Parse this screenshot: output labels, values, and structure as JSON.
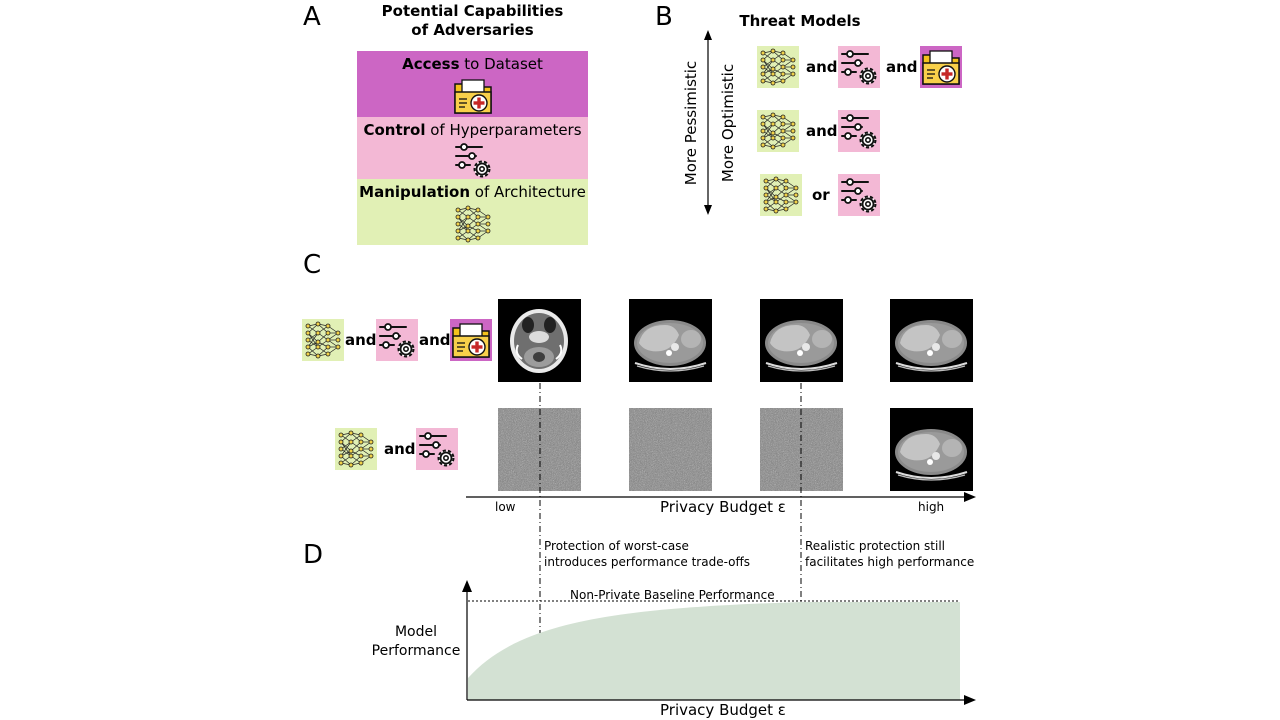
{
  "panels": {
    "a": "A",
    "b": "B",
    "c": "C",
    "d": "D"
  },
  "panel_a": {
    "title_line1": "Potential Capabilities",
    "title_line2": "of Adversaries",
    "bands": [
      {
        "bold": "Access",
        "rest": " to Dataset",
        "color": "#cc66c4"
      },
      {
        "bold": "Control",
        "rest": " of Hyperparameters",
        "color": "#f3b8d5"
      },
      {
        "bold": "Manipulation",
        "rest": " of Architecture",
        "color": "#e1f0b5"
      }
    ]
  },
  "panel_b": {
    "title": "Threat Models",
    "axis_pessimistic": "More Pessimistic",
    "axis_optimistic": "More Optimistic",
    "row1_and1": "and",
    "row1_and2": "and",
    "row2_and": "and",
    "row3_or": "or"
  },
  "panel_c": {
    "row1_and1": "and",
    "row1_and2": "and",
    "row2_and": "and",
    "axis_label": "Privacy Budget ε",
    "low": "low",
    "high": "high"
  },
  "panel_d": {
    "annotation_left_line1": "Protection of worst-case",
    "annotation_left_line2": "introduces performance trade-offs",
    "annotation_right_line1": "Realistic protection still",
    "annotation_right_line2": "facilitates high performance",
    "baseline_label": "Non-Private Baseline Performance",
    "ylabel_line1": "Model",
    "ylabel_line2": "Performance",
    "xlabel": "Privacy Budget ε"
  },
  "colors": {
    "access": "#cc66c4",
    "control": "#f3b8d5",
    "manipulation": "#e1f0b5",
    "curve_fill": "#d3e1d3"
  },
  "icons": [
    "neural-network-icon",
    "hyperparameter-sliders-icon",
    "medical-folder-icon"
  ]
}
